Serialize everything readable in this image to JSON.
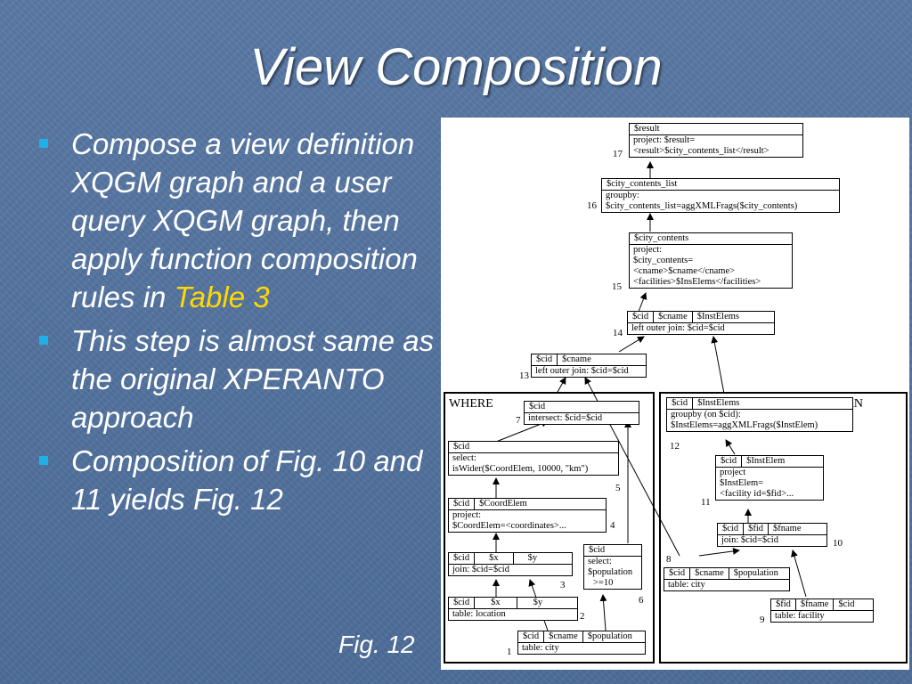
{
  "slide": {
    "title": "View Composition",
    "bullets": [
      {
        "text": "Compose a view definition XQGM graph and a user query XQGM graph, then apply function composition rules in ",
        "highlight": "Table 3"
      },
      {
        "text": "This step is almost same as the original XPERANTO approach",
        "highlight": ""
      },
      {
        "text": "Composition of Fig. 10 and 11 yields Fig. 12",
        "highlight": ""
      }
    ],
    "caption": "Fig. 12"
  },
  "colors": {
    "bullet": "#1fb0e8",
    "highlight": "#ffd900",
    "background": "#5a7aa6"
  },
  "diagram": {
    "where_label": "WHERE",
    "return_label": "RETURN",
    "nodes": [
      {
        "id": "n17",
        "num": "17",
        "header": [
          "$result"
        ],
        "body": [
          "project: $result=",
          "<result>$city_contents_list</result>"
        ]
      },
      {
        "id": "n16",
        "num": "16",
        "header": [
          "$city_contents_list"
        ],
        "body": [
          "groupby:",
          "$city_contents_list=aggXMLFrags($city_contents)"
        ]
      },
      {
        "id": "n15",
        "num": "15",
        "header": [
          "$city_contents"
        ],
        "body": [
          "project:",
          "$city_contents=",
          "<cname>$cname</cname>",
          "<facilities>$InsElems</facilities>"
        ]
      },
      {
        "id": "n14",
        "num": "14",
        "header": [
          "$cid",
          "$cname",
          "$InstElems"
        ],
        "body": [
          "left outer join: $cid=$cid"
        ]
      },
      {
        "id": "n13",
        "num": "13",
        "header": [
          "$cid",
          "$cname"
        ],
        "body": [
          "left outer join: $cid=$cid"
        ]
      },
      {
        "id": "n7",
        "num": "7",
        "header": [
          "$cid"
        ],
        "body": [
          "intersect: $cid=$cid"
        ]
      },
      {
        "id": "n5",
        "num": "5",
        "header": [
          "$cid"
        ],
        "body": [
          "select:",
          "isWider($CoordElem, 10000, \"km\")"
        ]
      },
      {
        "id": "n4",
        "num": "4",
        "header": [
          "$cid",
          "$CoordElem"
        ],
        "body": [
          "project:",
          "$CoordElem=<coordinates>..."
        ]
      },
      {
        "id": "n3",
        "num": "3",
        "header": [
          "$cid",
          "$x",
          "$y"
        ],
        "body": [
          "join: $cid=$cid"
        ]
      },
      {
        "id": "n2",
        "num": "2",
        "header": [
          "$cid",
          "$x",
          "$y"
        ],
        "body": [
          "table: location"
        ]
      },
      {
        "id": "n6",
        "num": "6",
        "header": [
          "$cid"
        ],
        "body": [
          "select:",
          "$population",
          ">=10"
        ]
      },
      {
        "id": "n1",
        "num": "1",
        "header": [
          "$cid",
          "$cname",
          "$population"
        ],
        "body": [
          "table: city"
        ]
      },
      {
        "id": "n12",
        "num": "12",
        "header": [
          "$cid",
          "$InstElems"
        ],
        "body": [
          "groupby (on $cid):",
          "$InstElems=aggXMLFrags($InstElem)"
        ]
      },
      {
        "id": "n11",
        "num": "11",
        "header": [
          "$cid",
          "$InstElem"
        ],
        "body": [
          "project",
          "$InstElem=",
          "<facility id=$fid>..."
        ]
      },
      {
        "id": "n10",
        "num": "10",
        "header": [
          "$cid",
          "$fid",
          "$fname"
        ],
        "body": [
          "join: $cid=$cid"
        ]
      },
      {
        "id": "n8",
        "num": "8",
        "header": [
          "$cid",
          "$cname",
          "$population"
        ],
        "body": [
          "table: city"
        ]
      },
      {
        "id": "n9",
        "num": "9",
        "header": [
          "$fid",
          "$fname",
          "$cid"
        ],
        "body": [
          "table: facility"
        ]
      }
    ]
  }
}
